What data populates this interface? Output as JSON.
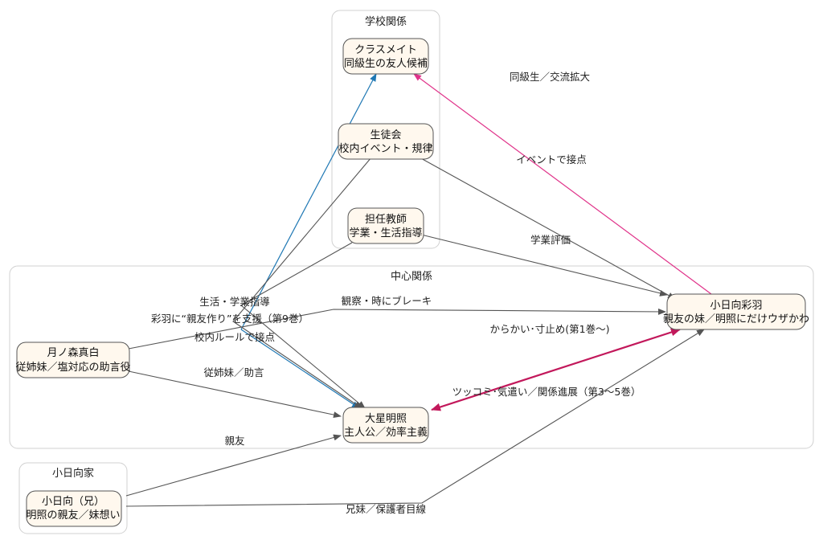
{
  "clusters": {
    "school": "学校関係",
    "center": "中心関係",
    "family": "小日向家"
  },
  "nodes": {
    "classmate": {
      "line1": "クラスメイト",
      "line2": "同級生の友人候補"
    },
    "council": {
      "line1": "生徒会",
      "line2": "校内イベント・規律"
    },
    "teacher": {
      "line1": "担任教師",
      "line2": "学業・生活指導"
    },
    "tsukinomori": {
      "line1": "月ノ森真白",
      "line2": "従姉妹／塩対応の助言役"
    },
    "akiteru": {
      "line1": "大星明照",
      "line2": "主人公／効率主義"
    },
    "iroha": {
      "line1": "小日向彩羽",
      "line2": "親友の妹／明照にだけウザかわ"
    },
    "brother": {
      "line1": "小日向（兄）",
      "line2": "明照の親友／妹想い"
    }
  },
  "edge_labels": {
    "classmate_iroha": "同級生／交流拡大",
    "council_iroha": "イベントで接点",
    "teacher_iroha": "学業評価",
    "teacher_akiteru": "生活・学業指導",
    "tsukinomori_akiteru_support": "彩羽に“親友作り”を支援（第9巻）",
    "tsukinomori_iroha": "観察・時にブレーキ",
    "council_akiteru": "校内ルールで接点",
    "iroha_akiteru_tease": "からかい･寸止め(第1巻〜)",
    "tsukinomori_akiteru": "従姉妹／助言",
    "akiteru_iroha": "ツッコミ･気遣い／関係進展（第3〜5巻）",
    "brother_akiteru": "親友",
    "brother_iroha": "兄妹／保護者目線"
  },
  "colors": {
    "node_fill": "#fff8ee",
    "node_stroke": "#555555",
    "edge_gray": "#555555",
    "edge_blue": "#1f78b4",
    "edge_pink": "#e0338a",
    "edge_magenta": "#c2185b",
    "cluster_stroke": "#d0d0d0"
  }
}
